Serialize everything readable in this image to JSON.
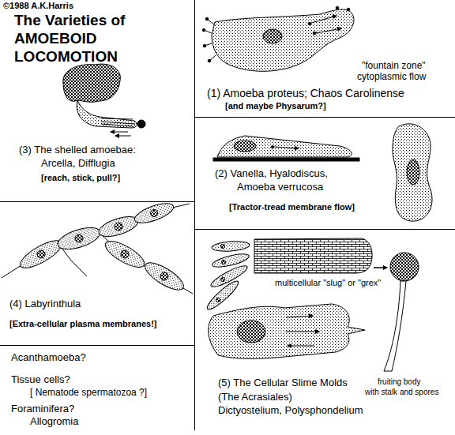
{
  "diagram": {
    "title": "The Varieties of AMOEBOID LOCOMOTION",
    "labels": [
      "©1988 A.K.Harris",
      "(3) The shelled amoebae:",
      "Arcella, Difflugia",
      "[reach, stick, pull?]",
      "\"fountain zone\"",
      "cytoplasmic flow",
      "(1) Amoeba proteus; Chaos Carolinense",
      "[and maybe Physarum?]",
      "(2) Vanella, Hyalodiscus,",
      "Amoeba verrucosa",
      "[Tractor-tread membrane flow]",
      "(4) Labyrinthula",
      "[Extra-cellular plasma membranes!]",
      "Acanthamoeba?",
      "Tissue cells?",
      "[ Nematode spermatozoa ?]",
      "Foraminifera?",
      "Allogromia",
      "multicellular \"slug\" or \"grex\"",
      "fruiting body",
      "with stalk and spores",
      "(5) The Cellular Slime Molds",
      "(The Acrasiales)",
      "Dictyostelium, Polysphondelium"
    ]
  }
}
